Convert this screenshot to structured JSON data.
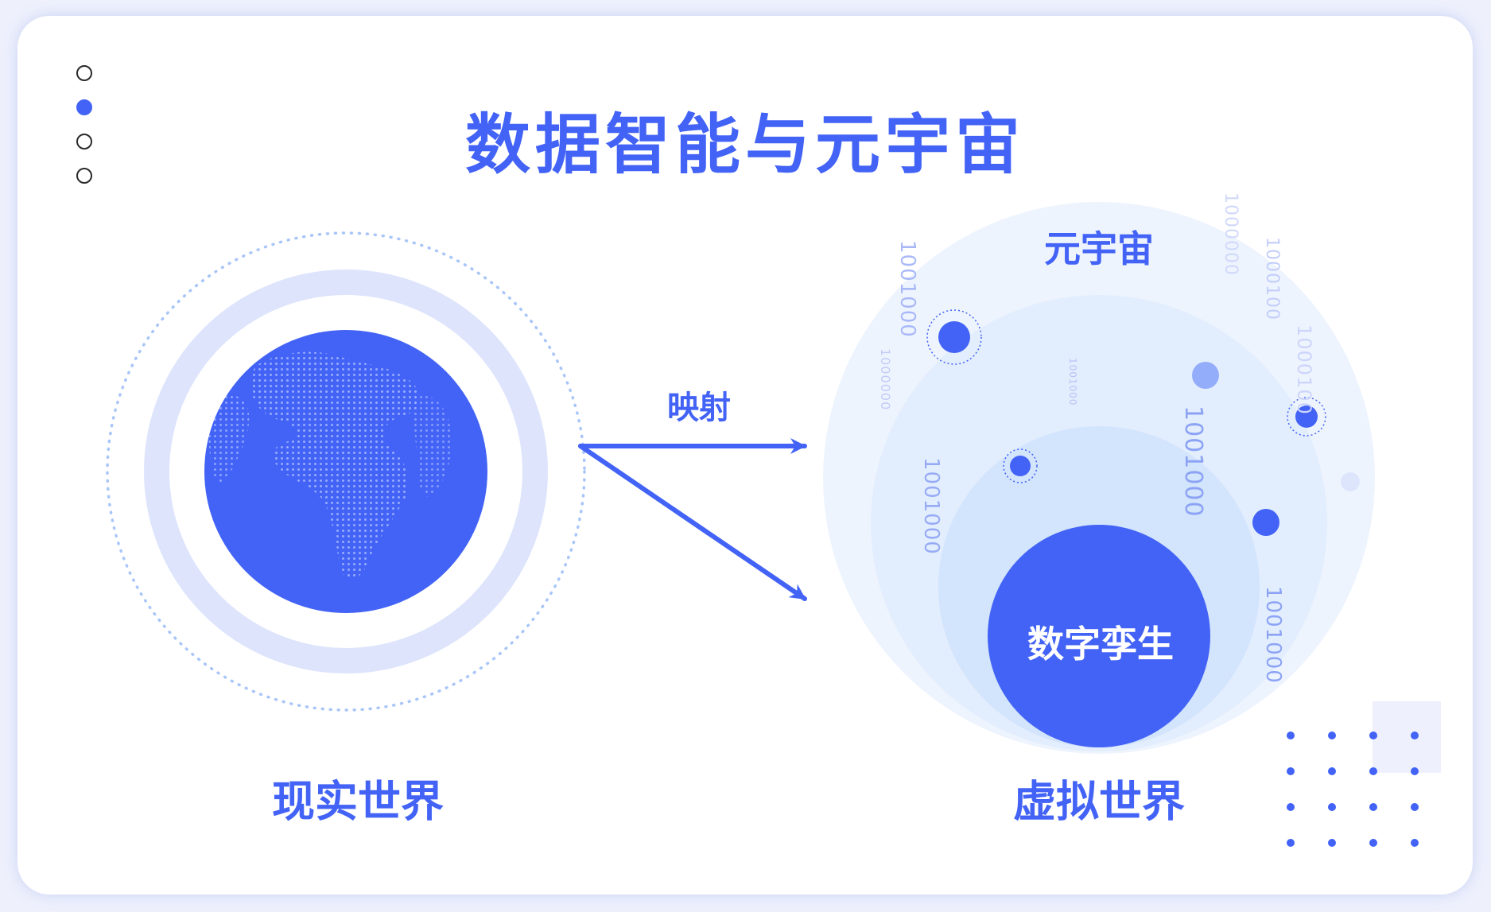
{
  "title": "数据智能与元宇宙",
  "pager": {
    "count": 4,
    "active_index": 1
  },
  "left": {
    "label": "现实世界"
  },
  "arrow": {
    "label": "映射"
  },
  "right": {
    "label": "虚拟世界",
    "outer_label": "元宇宙",
    "inner_label": "数字孪生"
  },
  "binary_strings": [
    "1001000",
    "1000000",
    "1001000",
    "1001000",
    "1000100",
    "1000000",
    "1000100",
    "1001000",
    "1001000"
  ],
  "colors": {
    "primary": "#4263f5",
    "light_ring": "#dde4fc",
    "sphere_1": "#eef4fe",
    "sphere_2": "#e2edfd",
    "sphere_3": "#d3e4fd",
    "sphere_4": "#c3dbfc"
  }
}
